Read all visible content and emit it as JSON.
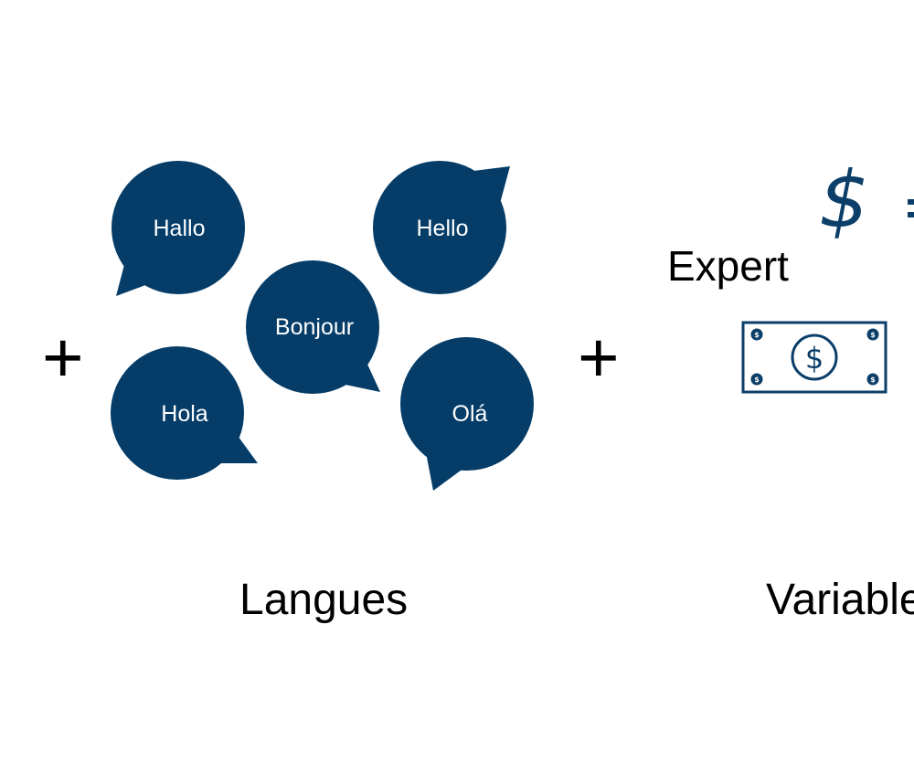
{
  "colors": {
    "bubble": "#053d68",
    "icon": "#0b3e68",
    "text": "#000000"
  },
  "symbols": {
    "plus_left": "+",
    "plus_mid": "+",
    "dollar": "$",
    "bill_dollar": "$",
    "bill_corner": "$"
  },
  "bubbles": [
    {
      "label": "Hallo"
    },
    {
      "label": "Hello"
    },
    {
      "label": "Bonjour"
    },
    {
      "label": "Hola"
    },
    {
      "label": "Olá"
    }
  ],
  "expert": {
    "label": "Expert"
  },
  "captions": {
    "left": "Langues",
    "right": "Variable"
  },
  "icons": {
    "bill": "dollar-bill-icon",
    "dollar": "dollar-sign-icon"
  }
}
